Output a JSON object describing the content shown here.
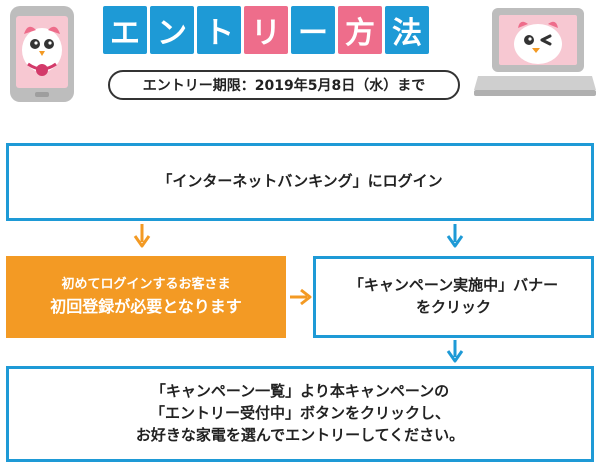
{
  "header": {
    "title_chars": [
      "エ",
      "ン",
      "ト",
      "リ",
      "ー",
      "方",
      "法"
    ],
    "deadline": "エントリー期限：2019年5月8日（水）まで"
  },
  "flow": {
    "login": "「インターネットバンキング」にログイン",
    "first_time": {
      "line1": "初めてログインするお客さま",
      "line2": "初回登録が必要となります"
    },
    "banner": {
      "line1": "「キャンペーン実施中」バナー",
      "line2": "をクリック"
    },
    "final": {
      "line1": "「キャンペーン一覧」より本キャンペーンの",
      "line2": "「エントリー受付中」ボタンをクリックし、",
      "line3": "お好きな家電を選んでエントリーしてください。"
    }
  },
  "icons": [
    "smartphone-owl-icon",
    "laptop-owl-icon",
    "arrow-down-icon",
    "arrow-right-icon"
  ],
  "colors": {
    "blue": "#1e9ad6",
    "pink": "#ee6d8b",
    "orange": "#f39a24",
    "device_gray": "#b9b9b9"
  }
}
